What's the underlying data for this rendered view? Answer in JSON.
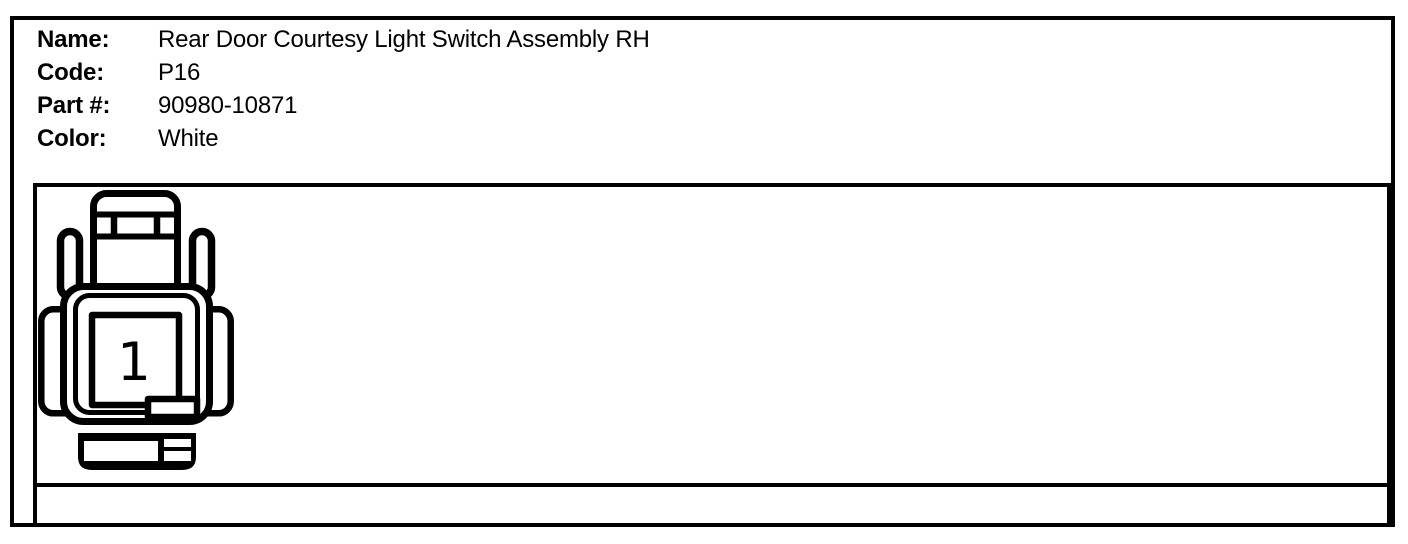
{
  "header": {
    "fields": [
      {
        "label": "Name:",
        "value": "Rear Door Courtesy Light Switch Assembly RH"
      },
      {
        "label": "Code:",
        "value": "P16"
      },
      {
        "label": "Part #:",
        "value": "90980-10871"
      },
      {
        "label": "Color:",
        "value": "White"
      }
    ]
  },
  "diagram": {
    "description": "connector-face-view-single-cavity",
    "pins": [
      {
        "number": "1"
      }
    ]
  },
  "colors": {
    "line": "#000000",
    "background": "#ffffff"
  }
}
